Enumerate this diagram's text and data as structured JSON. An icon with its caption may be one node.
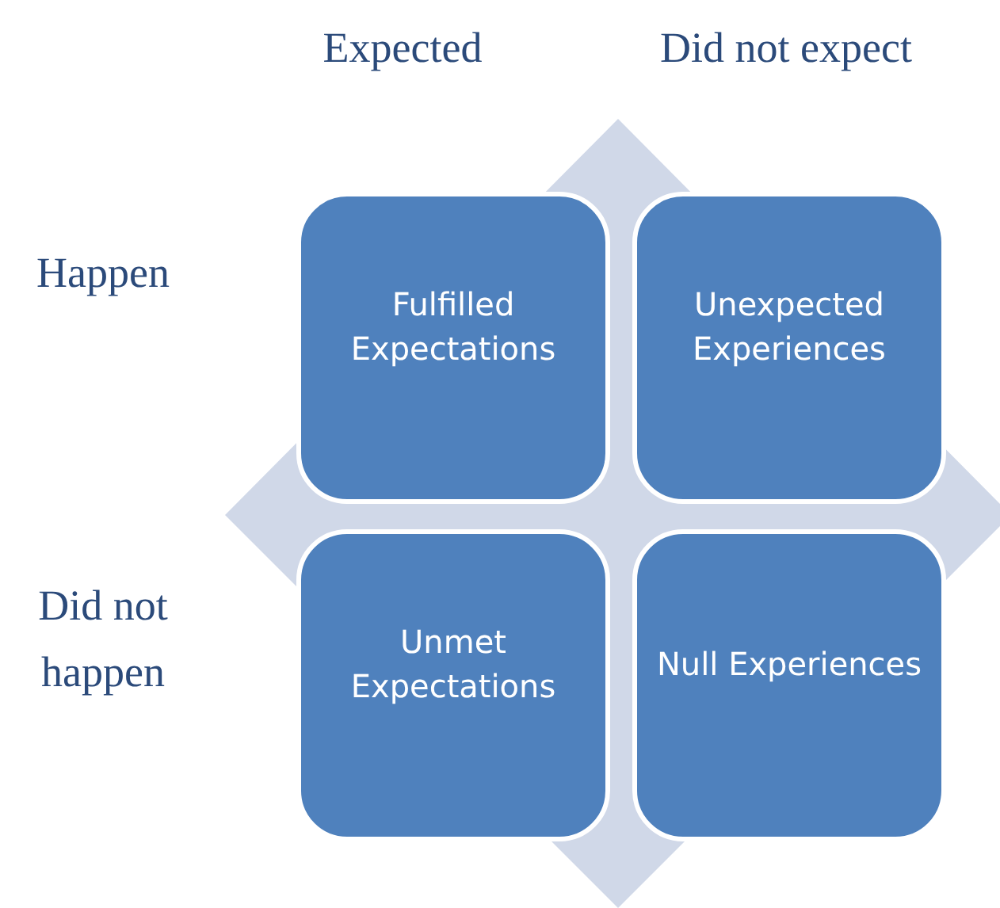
{
  "diagram": {
    "nodes": [
      {
        "text": [
          "Fulfilled Expectations"
        ]
      },
      {
        "text": [
          "Unexpected Experiences"
        ]
      },
      {
        "text": [
          "Unmet Expectations"
        ]
      },
      {
        "text": [
          "Null Experiences"
        ]
      }
    ],
    "labels": [
      "Expected",
      "Did not expect",
      "Happen",
      "Did not happen"
    ]
  }
}
